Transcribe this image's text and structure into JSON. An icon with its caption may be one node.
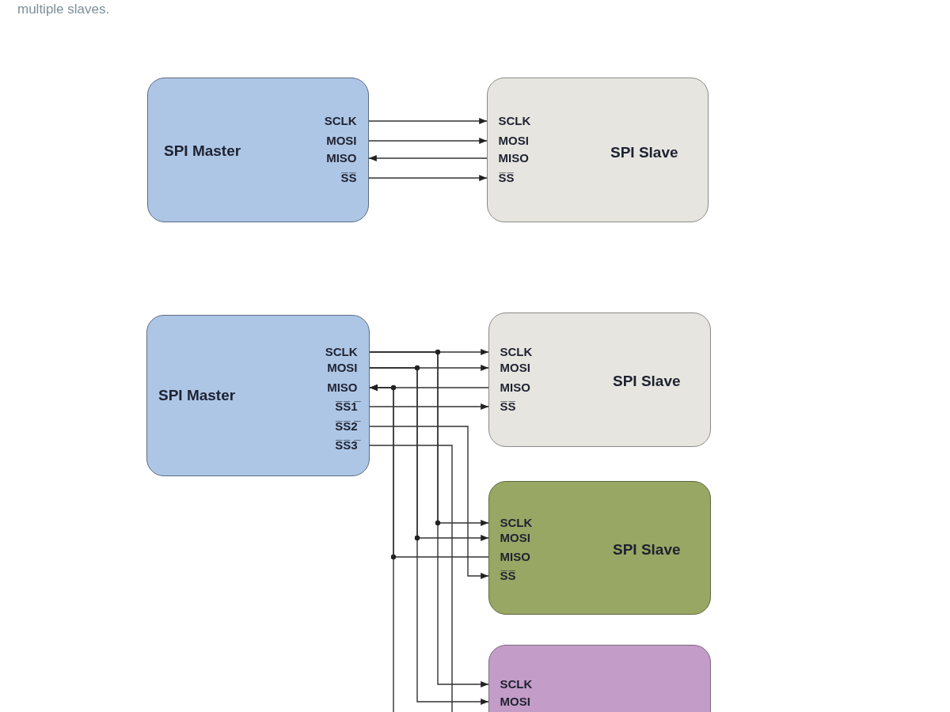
{
  "diagram": {
    "nodes": [
      {
        "text": [
          "SPI Master"
        ]
      },
      {
        "text": [
          "SCLK"
        ],
        "in": 0
      },
      {
        "text": [
          "MOSI"
        ],
        "in": 0
      },
      {
        "text": [
          "MISO"
        ],
        "in": 0
      },
      {
        "text": [
          "S̅S̅"
        ],
        "in": 0
      },
      {
        "text": [
          "SPI Slave"
        ]
      },
      {
        "text": [
          "SCLK"
        ],
        "in": 5
      },
      {
        "text": [
          "MOSI"
        ],
        "in": 5
      },
      {
        "text": [
          "MISO"
        ],
        "in": 5
      },
      {
        "text": [
          "S̅S̅"
        ],
        "in": 5
      },
      {
        "text": [
          "SPI Master"
        ]
      },
      {
        "text": [
          "SCLK"
        ],
        "in": 10
      },
      {
        "text": [
          "MOSI"
        ],
        "in": 10
      },
      {
        "text": [
          "MISO"
        ],
        "in": 10
      },
      {
        "text": [
          "S̅S̅1̅"
        ],
        "in": 10
      },
      {
        "text": [
          "S̅S̅2̅"
        ],
        "in": 10
      },
      {
        "text": [
          "S̅S̅3̅"
        ],
        "in": 10
      },
      {
        "text": [
          "SPI Slave"
        ]
      },
      {
        "text": [
          "SCLK"
        ],
        "in": 17
      },
      {
        "text": [
          "MOSI"
        ],
        "in": 17
      },
      {
        "text": [
          "MISO"
        ],
        "in": 17
      },
      {
        "text": [
          "S̅S̅"
        ],
        "in": 17
      },
      {
        "text": [
          "SPI Slave"
        ]
      },
      {
        "text": [
          "SCLK"
        ],
        "in": 22
      },
      {
        "text": [
          "MOSI"
        ],
        "in": 22
      },
      {
        "text": [
          "MISO"
        ],
        "in": 22
      },
      {
        "text": [
          "S̅S̅"
        ],
        "in": 22
      },
      {
        "text": [],
        "shape": "box"
      },
      {
        "text": [
          "SCLK"
        ],
        "in": 27
      },
      {
        "text": [
          "MOSI"
        ],
        "in": 27
      }
    ],
    "edges": [
      {
        "from": 1,
        "to": 6,
        "arrow": "to"
      },
      {
        "from": 2,
        "to": 7,
        "arrow": "to"
      },
      {
        "from": 8,
        "to": 3,
        "arrow": "to"
      },
      {
        "from": 4,
        "to": 9,
        "arrow": "to"
      },
      {
        "from": 11,
        "to": 18,
        "arrow": "to"
      },
      {
        "from": 12,
        "to": 19,
        "arrow": "to"
      },
      {
        "from": 20,
        "to": 13,
        "arrow": "to"
      },
      {
        "from": 14,
        "to": 21,
        "arrow": "to"
      },
      {
        "from": 11,
        "to": 23,
        "arrow": "to"
      },
      {
        "from": 12,
        "to": 24,
        "arrow": "to"
      },
      {
        "from": 25,
        "to": 13,
        "arrow": "to"
      },
      {
        "from": 15,
        "to": 26,
        "arrow": "to"
      },
      {
        "from": 11,
        "to": 28,
        "arrow": "to"
      },
      {
        "from": 12,
        "to": 29,
        "arrow": "to"
      },
      {
        "from": null,
        "to": 13,
        "arrow": "to"
      },
      {
        "from": 16,
        "to": null,
        "arrow": "none"
      }
    ],
    "labels": [
      "multiple slaves."
    ]
  }
}
